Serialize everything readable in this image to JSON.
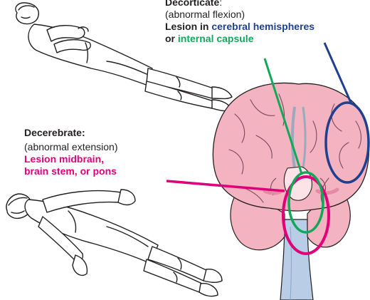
{
  "decorticate": {
    "title": "Decorticate",
    "title_punct": ":",
    "subtitle": "(abnormal flexion)",
    "lesion_prefix": "Lesion in ",
    "lesion_site_1": "cerebral hemispheres",
    "lesion_connector": "or ",
    "lesion_site_2": "internal capsule"
  },
  "decerebrate": {
    "title": "Decerebrate:",
    "subtitle": "(abnormal extension)",
    "lesion_line_1": "Lesion midbrain,",
    "lesion_line_2": "brain stem, or pons"
  },
  "colors": {
    "text": "#231f20",
    "cerebral_hemispheres": "#1f3f8f",
    "internal_capsule": "#12a85a",
    "midbrain_pons": "#e0007a",
    "brain_pink": "#f4b3c0",
    "brainstem_blue": "#b9cde6"
  },
  "icons": [
    "decorticate-posture-figure",
    "decerebrate-posture-figure",
    "brain-coronal-illustration"
  ]
}
